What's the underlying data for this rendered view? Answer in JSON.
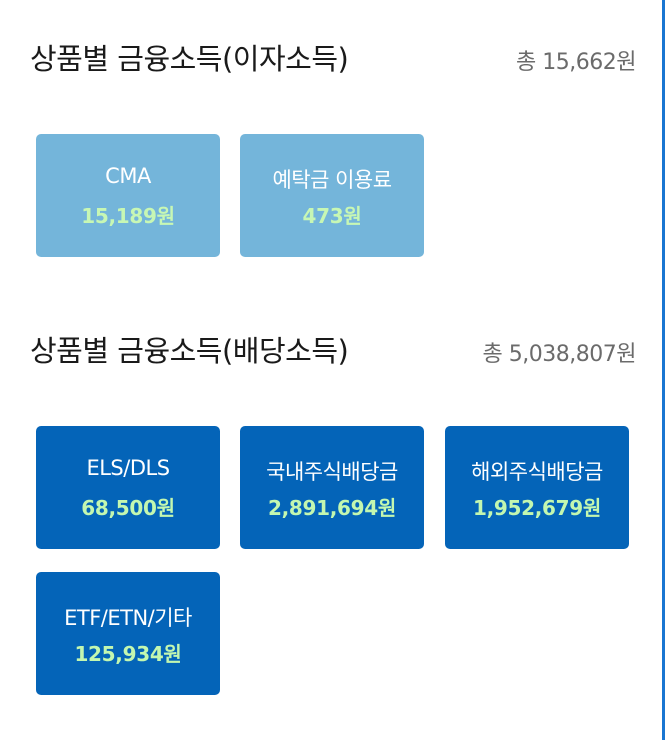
{
  "interest_section": {
    "title": "상품별 금융소득(이자소득)",
    "total": "총 15,662원",
    "cards": [
      {
        "label": "CMA",
        "value": "15,189원"
      },
      {
        "label": "예탁금 이용료",
        "value": "473원"
      }
    ]
  },
  "dividend_section": {
    "title": "상품별 금융소득(배당소득)",
    "total": "총 5,038,807원",
    "cards": [
      {
        "label": "ELS/DLS",
        "value": "68,500원"
      },
      {
        "label": "국내주식배당금",
        "value": "2,891,694원"
      },
      {
        "label": "해외주식배당금",
        "value": "1,952,679원"
      },
      {
        "label": "ETF/ETN/기타",
        "value": "125,934원"
      }
    ]
  },
  "colors": {
    "interest_card": "#74b5da",
    "dividend_card": "#0464b8",
    "value_text": "#c7f7b4",
    "accent_rule": "#1976d2"
  }
}
